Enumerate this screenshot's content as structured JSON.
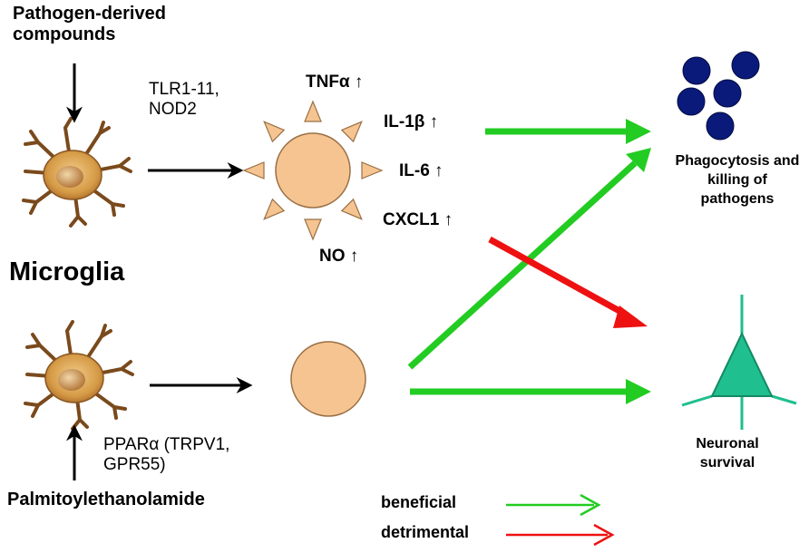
{
  "top_compounds_label": "Pathogen-derived\ncompounds",
  "bottom_compound_label": "Palmitoylethanolamide",
  "microglia_label": "Microglia",
  "top_receptors": "TLR1-11,\nNOD2",
  "bottom_receptors": "PPARα (TRPV1,\nGPR55)",
  "mediators": {
    "tnf": "TNFα ↑",
    "il1": "IL-1β ↑",
    "il6": "IL-6 ↑",
    "cxcl1": "CXCL1 ↑",
    "no": "NO ↑"
  },
  "outcomes": {
    "phagocytosis": "Phagocytosis and killing of pathogens",
    "neuronal": "Neuronal survival"
  },
  "legend": {
    "beneficial": "beneficial",
    "detrimental": "detrimental"
  },
  "colors": {
    "beneficial": "#22cc22",
    "detrimental": "#ee1111",
    "cell_fill": "#f5c490",
    "pathogen_fill": "#0a1a7a",
    "neuron_fill": "#1fbf8f"
  }
}
